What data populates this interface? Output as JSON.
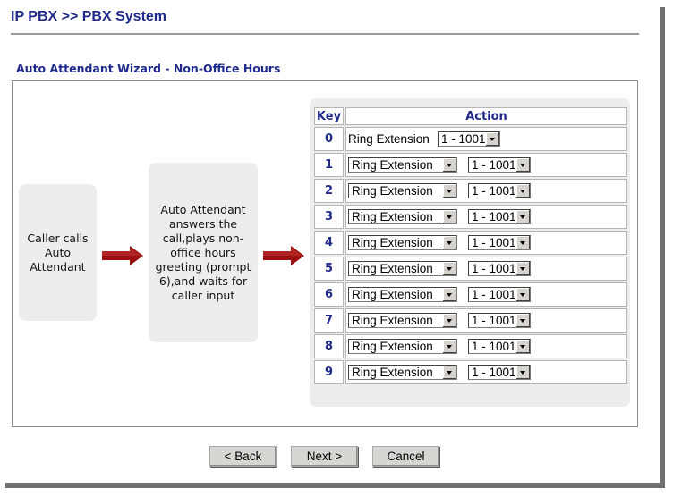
{
  "header": {
    "title": "IP PBX >> PBX System"
  },
  "wizard": {
    "heading": "Auto Attendant Wizard - Non-Office Hours"
  },
  "flow": {
    "caller_text": "Caller calls Auto Attendant",
    "attendant_text": "Auto Attendant answers the call,plays non-office hours greeting (prompt 6),and waits for caller input"
  },
  "table": {
    "headers": {
      "key": "Key",
      "action": "Action"
    },
    "row0": {
      "key": "0",
      "action": "Ring Extension",
      "extension": "1 - 1001"
    },
    "rows": [
      {
        "key": "1",
        "action": "Ring Extension",
        "extension": "1 - 1001"
      },
      {
        "key": "2",
        "action": "Ring Extension",
        "extension": "1 - 1001"
      },
      {
        "key": "3",
        "action": "Ring Extension",
        "extension": "1 - 1001"
      },
      {
        "key": "4",
        "action": "Ring Extension",
        "extension": "1 - 1001"
      },
      {
        "key": "5",
        "action": "Ring Extension",
        "extension": "1 - 1001"
      },
      {
        "key": "6",
        "action": "Ring Extension",
        "extension": "1 - 1001"
      },
      {
        "key": "7",
        "action": "Ring Extension",
        "extension": "1 - 1001"
      },
      {
        "key": "8",
        "action": "Ring Extension",
        "extension": "1 - 1001"
      },
      {
        "key": "9",
        "action": "Ring Extension",
        "extension": "1 - 1001"
      }
    ]
  },
  "buttons": {
    "back": "< Back",
    "next": "Next >",
    "cancel": "Cancel"
  },
  "colors": {
    "title": "#1f2a8a",
    "panel_bg": "#ededec",
    "arrow": "#9b0f0f",
    "button_bg": "#d7d6d2"
  },
  "icons": {
    "flow_arrow": "right-arrow-icon",
    "dropdown": "chevron-down-icon"
  }
}
